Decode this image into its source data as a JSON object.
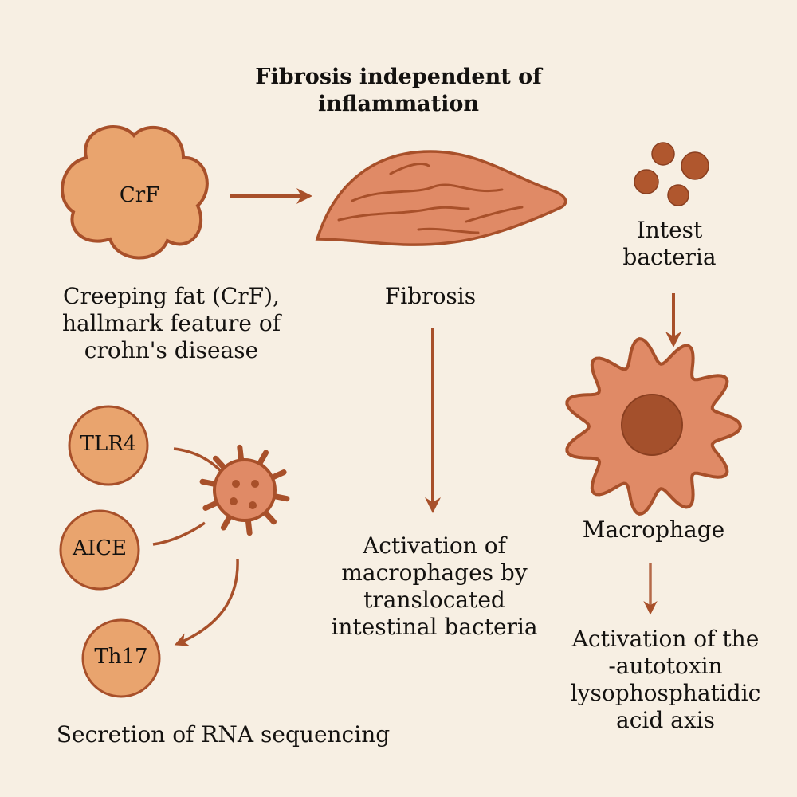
{
  "title": "Fibrosis independent of\ninflammation",
  "colors": {
    "background": "#f7efe3",
    "fat_fill": "#e9a46e",
    "fibrosis_fill": "#e08a66",
    "outline": "#a8502a",
    "arrow": "#a8502a",
    "bacteria_fill": "#b0572e",
    "nucleus": "#a4502c",
    "text": "#141210"
  },
  "nodes": {
    "crf": {
      "shape_label": "CrF",
      "caption": "Creeping fat (CrF),\nhallmark feature of\ncrohn's disease"
    },
    "fibrosis": {
      "caption": "Fibrosis"
    },
    "bacteria": {
      "caption": "Intest\nbacteria"
    },
    "macrophage": {
      "caption": "Macrophage"
    },
    "macrophage_activation": {
      "caption": "Activation of\nmacrophages by\ntranslocated\nintestinal bacteria"
    },
    "autotoxin": {
      "caption": "Activation of the\n-autotoxin\nlysophosphatidic\nacid axis"
    },
    "tlr4": {
      "label": "TLR4"
    },
    "aice": {
      "label": "AICE"
    },
    "th17": {
      "label": "Th17"
    },
    "rna": {
      "caption": "Secretion of RNA sequencing"
    }
  }
}
